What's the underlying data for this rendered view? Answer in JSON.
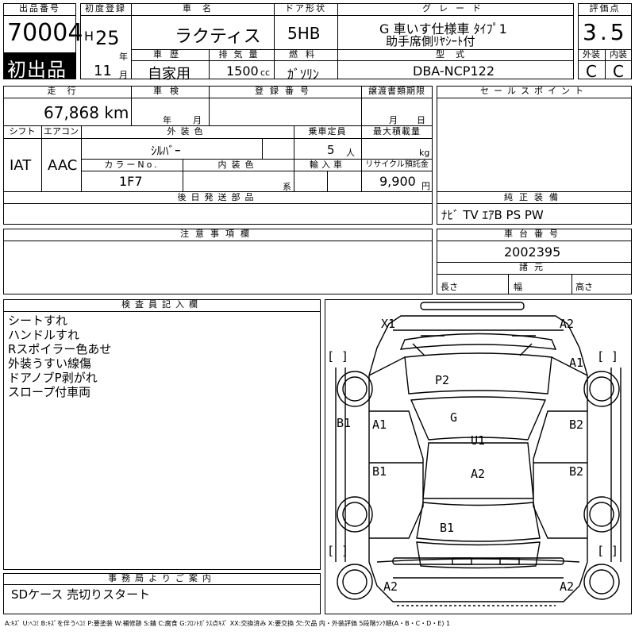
{
  "header": {
    "lot_label": "出品番号",
    "lot_number": "70004",
    "first_listing": "初出品",
    "reg_label": "初度登録",
    "era_letter": "H",
    "year": "25",
    "year_unit": "年",
    "month": "11",
    "month_unit": "月",
    "car_name_label": "車名",
    "car_name": "ラクティス",
    "door_label": "ドア形状",
    "door": "5HB",
    "grade_label": "グレード",
    "grade_line1": "G 車いす仕様車 ﾀｲﾌﾟ1",
    "grade_line2": "助手席側ﾘﾔｼｰﾄ付",
    "score_label": "評価点",
    "score": "3.5",
    "history_label": "車歴",
    "history": "自家用",
    "displacement_label": "排気量",
    "displacement": "1500",
    "displacement_unit": "cc",
    "fuel_label": "燃料",
    "fuel": "ｶﾞｿﾘﾝ",
    "model_label": "型式",
    "model": "DBA-NCP122",
    "exterior_label": "外装",
    "exterior": "C",
    "interior_label": "内装",
    "interior": "C"
  },
  "row2": {
    "mileage_label": "走行",
    "mileage": "67,868 km",
    "inspection_label": "車検",
    "inspection_year_unit": "年",
    "inspection_month_unit": "月",
    "plate_label": "登録番号",
    "transfer_label": "譲渡書類期限",
    "transfer_month_unit": "月",
    "transfer_day_unit": "日",
    "shift_label": "シフト",
    "shift": "IAT",
    "ac_label": "エアコン",
    "ac": "AAC",
    "color_label": "外装色",
    "color": "ｼﾙﾊﾞｰ",
    "seats_label": "乗車定員",
    "seats": "5",
    "seats_unit": "人",
    "load_label": "最大積載量",
    "load_unit": "kg",
    "color_no_label": "カラーNo.",
    "color_no": "1F7",
    "interior_color_label": "内装色",
    "interior_color_unit": "系",
    "import_label": "輸入車",
    "recycle_label": "リサイクル預託金",
    "recycle": "9,900",
    "recycle_unit": "円",
    "later_parts_label": "後日発送部品"
  },
  "sales_points_label": "セールスポイント",
  "equipment_label": "純正装備",
  "equipment": "ﾅﾋﾞ TV ｴｱB PS PW",
  "notes_label": "注意事項欄",
  "chassis_label": "車台番号",
  "chassis": "2002395",
  "dims_label": "諸元",
  "length_label": "長さ",
  "width_label": "幅",
  "height_label": "高さ",
  "inspector_label": "検査員記入欄",
  "inspector_notes": [
    "シートすれ",
    "ハンドルすれ",
    "Rスポイラー色あせ",
    "外装うすい線傷",
    "ドアノブP剥がれ",
    "スロープ付車両"
  ],
  "office_label": "事務局よりご案内",
  "office_note": "SDケース 売切りスタート",
  "legend": "A:ｷｽﾞ U:ﾍｺﾐ B:ｷｽﾞを伴うﾍｺﾐ P:要塗装 W:補修跡 S:錆 C:腐食 G:ﾌﾛﾝﾄｶﾞﾗｽ点ｷｽﾞ XX:交換済み X:要交換 欠:欠品 内・外装評価 5段階ﾗﾝｸ順(A・B・C・D・E) 1",
  "diagram": {
    "bracket": "[    ]",
    "marks": {
      "x1": "X1",
      "a2_tr": "A2",
      "a1_r": "A1",
      "p2": "P2",
      "b1_l": "B1",
      "a1_l": "A1",
      "g": "G",
      "b2_r": "B2",
      "u1": "U1",
      "b1_l2": "B1",
      "a2_c": "A2",
      "b2_r2": "B2",
      "b1_rear": "B1",
      "a2_bl": "A2",
      "a2_br": "A2"
    }
  }
}
